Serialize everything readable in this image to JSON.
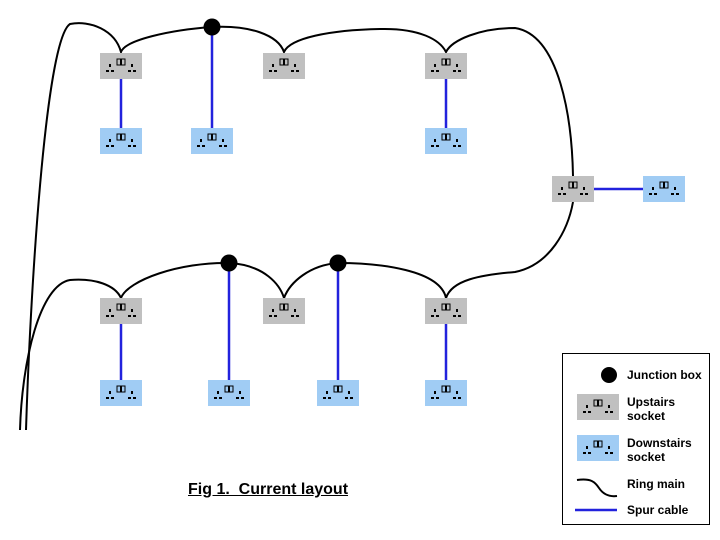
{
  "caption": "Fig 1.  Current layout",
  "colors": {
    "upstairs_socket": "#c0c0c0",
    "downstairs_socket": "#a0ccf4",
    "ring_main": "#000000",
    "spur_cable": "#2222dd",
    "junction_box": "#000000"
  },
  "legend": {
    "items": [
      {
        "key": "junction-box",
        "label": "Junction box"
      },
      {
        "key": "upstairs-socket",
        "label": "Upstairs socket"
      },
      {
        "key": "downstairs-socket",
        "label": "Downstairs socket"
      },
      {
        "key": "ring-main",
        "label": "Ring main"
      },
      {
        "key": "spur-cable",
        "label": "Spur cable"
      }
    ]
  },
  "upstairs_ring": {
    "ring_sockets": [
      "U1",
      "U2",
      "U3",
      "U4"
    ],
    "junction_boxes": [
      "J1"
    ],
    "spurs": [
      {
        "from": "U1",
        "to": "D1"
      },
      {
        "from": "J1",
        "to": "D2"
      },
      {
        "from": "U3",
        "to": "D3"
      },
      {
        "from": "U4",
        "to": "D4"
      }
    ]
  },
  "downstairs_ring": {
    "ring_sockets": [
      "L1",
      "L2",
      "L3"
    ],
    "junction_boxes": [
      "J2",
      "J3"
    ],
    "spurs": [
      {
        "from": "L1",
        "to": "E1"
      },
      {
        "from": "J2",
        "to": "E2"
      },
      {
        "from": "J3",
        "to": "E3"
      },
      {
        "from": "L3",
        "to": "E4"
      }
    ]
  }
}
